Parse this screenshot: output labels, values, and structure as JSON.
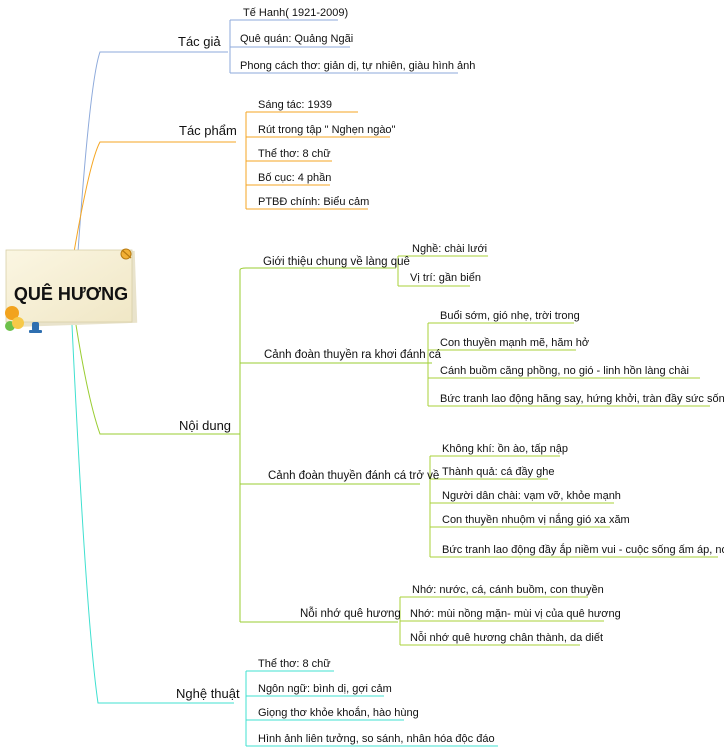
{
  "root": {
    "label": "QUÊ HƯƠNG"
  },
  "branches": [
    {
      "label": "Tác giả",
      "color": "#8eaadb",
      "children": [
        {
          "label": "Tế Hanh( 1921-2009)"
        },
        {
          "label": "Quê quán: Quảng Ngãi"
        },
        {
          "label": "Phong cách thơ: giản dị, tự nhiên, giàu hình ảnh"
        }
      ]
    },
    {
      "label": "Tác phẩm",
      "color": "#f5a623",
      "children": [
        {
          "label": "Sáng tác: 1939"
        },
        {
          "label": "Rút trong tập \" Nghẹn ngào\""
        },
        {
          "label": "Thể thơ: 8 chữ"
        },
        {
          "label": "Bố cục: 4 phần"
        },
        {
          "label": "PTBĐ chính: Biểu cảm"
        }
      ]
    },
    {
      "label": "Nội dung",
      "color": "#9acd32",
      "children": [
        {
          "label": "Giới thiệu chung về làng quê",
          "children": [
            {
              "label": "Nghề: chài lưới"
            },
            {
              "label": "Vị trí: gần biển"
            }
          ]
        },
        {
          "label": "Cảnh đoàn thuyền ra khơi đánh cá",
          "children": [
            {
              "label": "Buổi sớm, gió nhẹ, trời trong"
            },
            {
              "label": "Con thuyền mạnh mẽ, hăm hở"
            },
            {
              "label": "Cánh buồm căng phồng, no gió - linh hồn làng chài"
            },
            {
              "label": "Bức tranh lao động hăng say, hứng khởi, tràn đầy sức sống"
            }
          ]
        },
        {
          "label": "Cảnh đoàn thuyền đánh cá trở về",
          "children": [
            {
              "label": "Không khí: ồn ào, tấp nập"
            },
            {
              "label": "Thành quả: cá đầy ghe"
            },
            {
              "label": "Người dân chài: vạm vỡ, khỏe mạnh"
            },
            {
              "label": "Con thuyền nhuộm vị nắng gió xa xăm"
            },
            {
              "label": "Bức tranh lao động đầy ắp niềm vui - cuộc sống ấm áp, no đủ"
            }
          ]
        },
        {
          "label": "Nỗi nhớ quê hương",
          "children": [
            {
              "label": "Nhớ: nước, cá, cánh buồm, con thuyền"
            },
            {
              "label": "Nhớ: mùi nồng mặn- mùi vị của quê hương"
            },
            {
              "label": "Nỗi nhớ quê hương chân thành, da diết"
            }
          ]
        }
      ]
    },
    {
      "label": "Nghệ thuật",
      "color": "#40e0d0",
      "children": [
        {
          "label": "Thể thơ: 8 chữ"
        },
        {
          "label": "Ngôn ngữ: bình dị, gợi cảm"
        },
        {
          "label": "Giọng thơ khỏe khoắn, hào hùng"
        },
        {
          "label": "Hình ảnh liên tưởng, so sánh, nhân hóa độc đáo"
        }
      ]
    }
  ]
}
